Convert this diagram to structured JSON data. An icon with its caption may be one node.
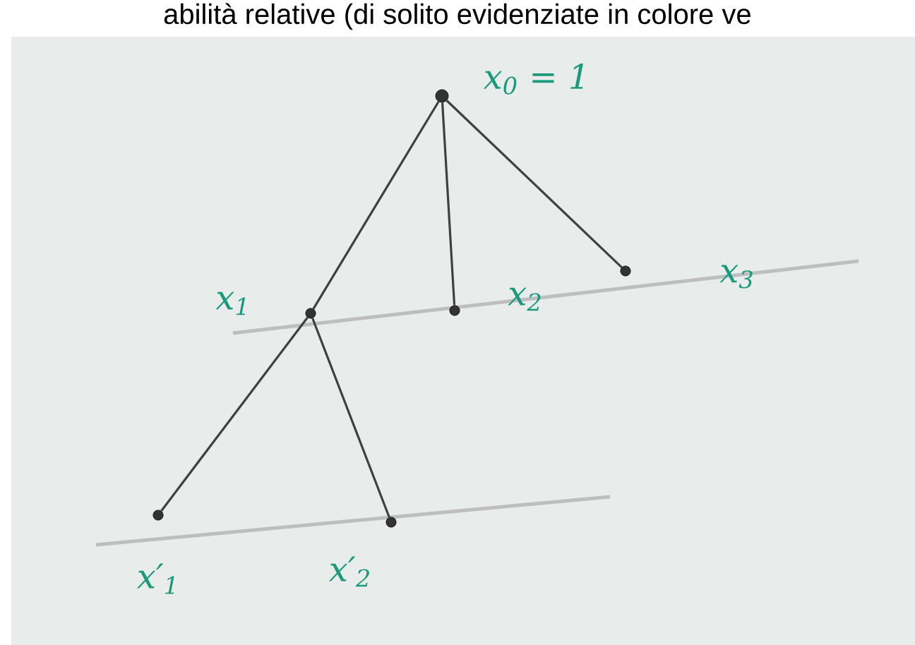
{
  "diagram": {
    "nodes": [
      {
        "text": [],
        "shape": "circle",
        "beside": [
          "x$_{0}$ = 1"
        ]
      },
      {
        "text": [],
        "shape": "circle",
        "beside": [
          "x$_{1}$"
        ]
      },
      {
        "text": [],
        "shape": "circle",
        "beside": [
          "x$_{2}$"
        ]
      },
      {
        "text": [],
        "shape": "circle",
        "beside": [
          "x$_{3}$"
        ]
      },
      {
        "text": [],
        "shape": "circle",
        "beside": [
          "x′$_{1}$"
        ]
      },
      {
        "text": [],
        "shape": "circle",
        "beside": [
          "x′$_{2}$"
        ]
      }
    ],
    "edges": [
      {
        "from": 0,
        "to": 1,
        "arrow": "none"
      },
      {
        "from": 0,
        "to": 2,
        "arrow": "none"
      },
      {
        "from": 0,
        "to": 3,
        "arrow": "none"
      },
      {
        "from": 1,
        "to": 4,
        "arrow": "none"
      },
      {
        "from": 1,
        "to": 5,
        "arrow": "none"
      }
    ],
    "labels": [
      "abilità relative (di solito evidenziate in colore ve"
    ]
  }
}
